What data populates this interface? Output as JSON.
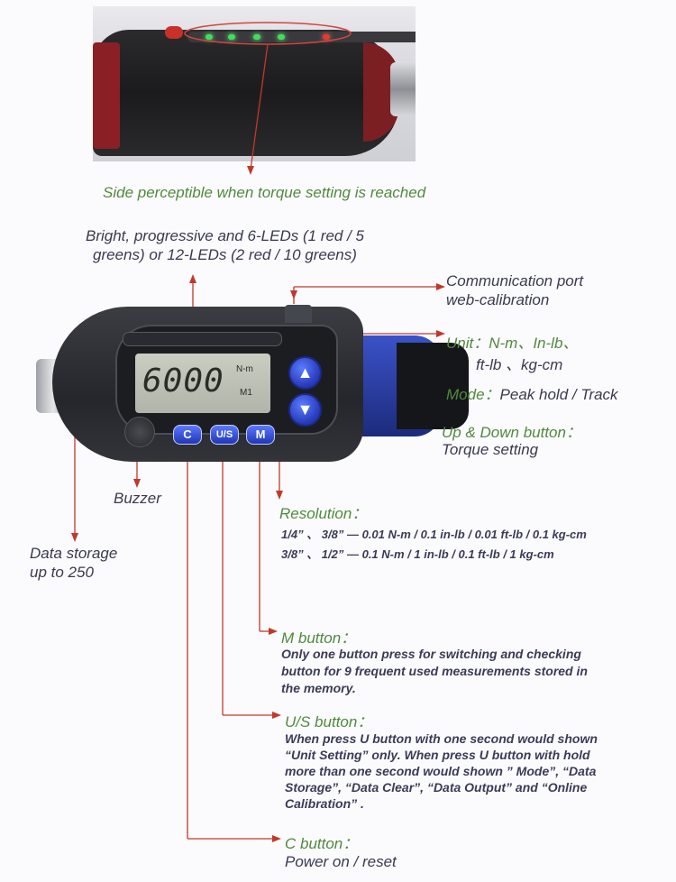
{
  "side_caption": "Side perceptible when torque setting is reached",
  "leds_caption": {
    "line1": "Bright, progressive and 6-LEDs (1 red / 5",
    "line2": "greens) or 12-LEDs (2 red / 10 greens)"
  },
  "comm_port": {
    "line1": "Communication port",
    "line2": "web-calibration"
  },
  "unit": {
    "line1": "Unit：N-m、In-lb、",
    "line2": "ft-lb 、kg-cm"
  },
  "mode": {
    "label": "Mode：",
    "text": "Peak hold / Track"
  },
  "updown": {
    "label": "Up & Down button：",
    "text": "Torque setting"
  },
  "buzzer": "Buzzer",
  "data_storage": {
    "line1": "Data storage",
    "line2": "up to 250"
  },
  "resolution": {
    "label": "Resolution：",
    "row1": "1/4” 、 3/8” —  0.01 N-m / 0.1 in-lb / 0.01 ft-lb / 0.1 kg-cm",
    "row2": "3/8” 、 1/2” —  0.1 N-m / 1 in-lb / 0.1 ft-lb / 1 kg-cm"
  },
  "m_button": {
    "label": "M button：",
    "line1": "Only one button press for switching and checking",
    "line2": "button for 9 frequent used measurements stored in",
    "line3": "the memory."
  },
  "us_button": {
    "label": "U/S button：",
    "line1": "When press U button with one second would shown",
    "line2": "“Unit Setting” only. When press U button with hold",
    "line3": "more than one second would shown ” Mode”, “Data",
    "line4": "Storage”, “Data Clear”, “Data Output” and “Online",
    "line5": "Calibration” ."
  },
  "c_button": {
    "label": "C button：",
    "text": "Power on / reset"
  },
  "device": {
    "display_value": "6000",
    "display_unit_top": "N-m",
    "display_unit_bottom": "M1",
    "btn_c": "C",
    "btn_us": "U/S",
    "btn_m": "M",
    "btn_up": "▲",
    "btn_down": "▼"
  },
  "colors": {
    "leader_line": "#c0392b",
    "label_green": "#4f8a3c",
    "label_dark": "#3a3a52",
    "button_blue": "#2d44c8"
  }
}
